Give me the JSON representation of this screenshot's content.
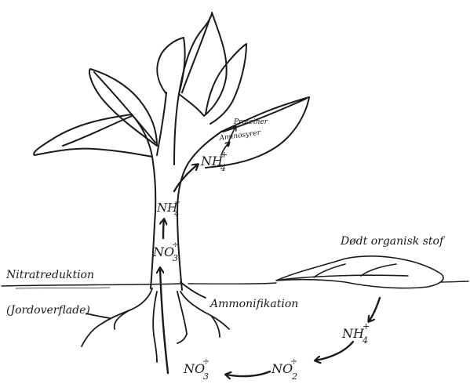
{
  "labels": {
    "dead_matter": "Dødt organisk stof",
    "nitrate_reduction": "Nitratreduktion",
    "soil_surface": "(Jordoverflade)",
    "ammonification": "Ammonifikation",
    "proteins": "Proteiner",
    "amino_acids": "Aminosyrer"
  },
  "formulas": {
    "leaf_ammonium": {
      "base": "NH",
      "sup": "+",
      "sub": "4"
    },
    "stem_ammonium": {
      "base": "NH",
      "sup": "+",
      "sub": "4"
    },
    "stem_nitrate": {
      "base": "NO",
      "sup": "÷",
      "sub": "3"
    },
    "soil_ammonium": {
      "base": "NH",
      "sup": "+",
      "sub": "4"
    },
    "soil_nitrite": {
      "base": "NO",
      "sup": "÷",
      "sub": "2"
    },
    "soil_nitrate": {
      "base": "NO",
      "sup": "÷",
      "sub": "3"
    }
  },
  "colors": {
    "ink": "#1a1a1a",
    "paper": "#ffffff"
  }
}
